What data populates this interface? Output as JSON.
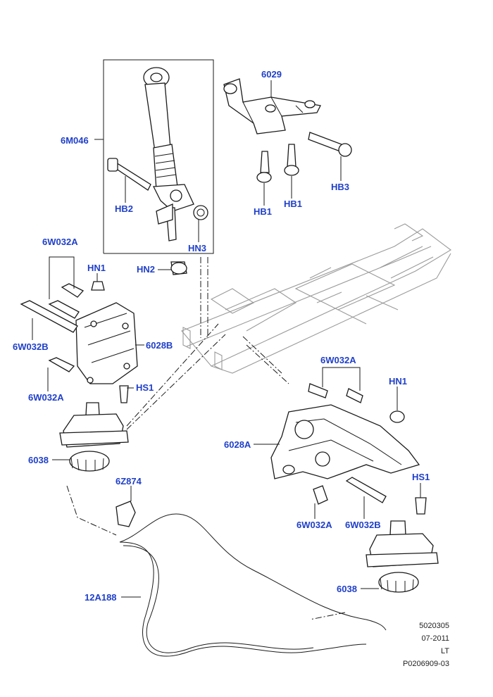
{
  "callouts": {
    "c6M046": "6M046",
    "c6029": "6029",
    "HB2": "HB2",
    "HB1": "HB1",
    "HB1b": "HB1",
    "HB3": "HB3",
    "HN3": "HN3",
    "HN2": "HN2",
    "c6W032A_1": "6W032A",
    "HN1_1": "HN1",
    "c6W032B_1": "6W032B",
    "c6028B": "6028B",
    "c6W032A_2": "6W032A",
    "HS1_1": "HS1",
    "c6038_1": "6038",
    "c6Z874": "6Z874",
    "c12A188": "12A188",
    "c6W032A_3": "6W032A",
    "HN1_2": "HN1",
    "c6028A": "6028A",
    "HS1_2": "HS1",
    "c6W032A_4": "6W032A",
    "c6W032B_2": "6W032B",
    "c6038_2": "6038"
  },
  "footer": {
    "code": "5020305",
    "date": "07-2011",
    "region": "LT",
    "ref": "P0206909-03"
  }
}
